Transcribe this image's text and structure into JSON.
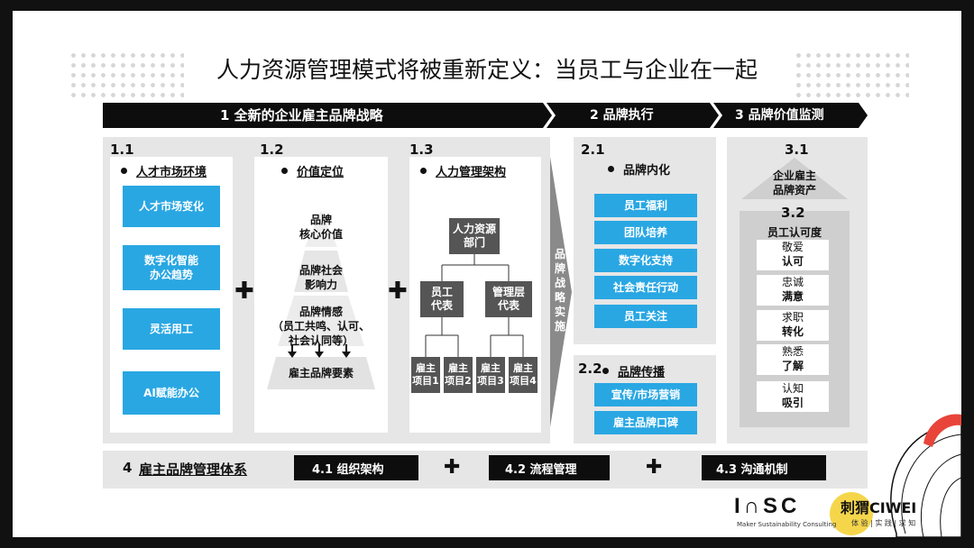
{
  "title": "人力资源管理模式将被重新定义：当员工与企业在一起",
  "bands": {
    "b1": "1  全新的企业雇主品牌战略",
    "b2": "2  品牌执行",
    "b3": "3  品牌价值监测"
  },
  "s11": {
    "num": "1.1",
    "heading": "人才市场环境",
    "items": [
      "人才市场变化",
      "数字化智能\n办公趋势",
      "灵活用工",
      "AI赋能办公"
    ]
  },
  "s12": {
    "num": "1.2",
    "heading": "价值定位",
    "levels": [
      "品牌\n核心价值",
      "品牌社会\n影响力",
      "品牌情感\n（员工共鸣、认可、\n社会认同等）"
    ],
    "bottom": "雇主品牌要素"
  },
  "s13": {
    "num": "1.3",
    "heading": "人力管理架构",
    "root": "人力资源\n部门",
    "mid": [
      "员工\n代表",
      "管理层\n代表"
    ],
    "leaves": [
      "雇主\n项目1",
      "雇主\n项目2",
      "雇主\n项目3",
      "雇主\n项目4"
    ]
  },
  "arrow_text": "品牌战略实施",
  "s21": {
    "num": "2.1",
    "heading": "品牌内化",
    "items": [
      "员工福利",
      "团队培养",
      "数字化支持",
      "社会责任行动",
      "员工关注"
    ]
  },
  "s22": {
    "num": "2.2",
    "heading": "品牌传播",
    "items": [
      "宣传/市场营销",
      "雇主品牌口碑"
    ]
  },
  "s31": {
    "num": "3.1",
    "label": "企业雇主\n品牌资产"
  },
  "s32": {
    "num": "3.2",
    "heading": "员工认可度",
    "items": [
      {
        "top": "敬爱",
        "bottom": "认可"
      },
      {
        "top": "忠诚",
        "bottom": "满意"
      },
      {
        "top": "求职",
        "bottom": "转化"
      },
      {
        "top": "熟悉",
        "bottom": "了解"
      },
      {
        "top": "认知",
        "bottom": "吸引"
      }
    ]
  },
  "s4": {
    "label": "4",
    "heading": "雇主品牌管理体系",
    "items": [
      "4.1  组织架构",
      "4.2  流程管理",
      "4.3  沟通机制"
    ]
  },
  "logos": {
    "msc": "I∩SC",
    "msc_sub": "Maker Sustainability Consulting",
    "ciwei": "刺猬CIWEI",
    "ciwei_sub": "体 验 | 实 践 | 求 知"
  },
  "colors": {
    "accent_blue": "#29a7e3",
    "dark_box": "#555555",
    "band": "#0d0d0d"
  }
}
